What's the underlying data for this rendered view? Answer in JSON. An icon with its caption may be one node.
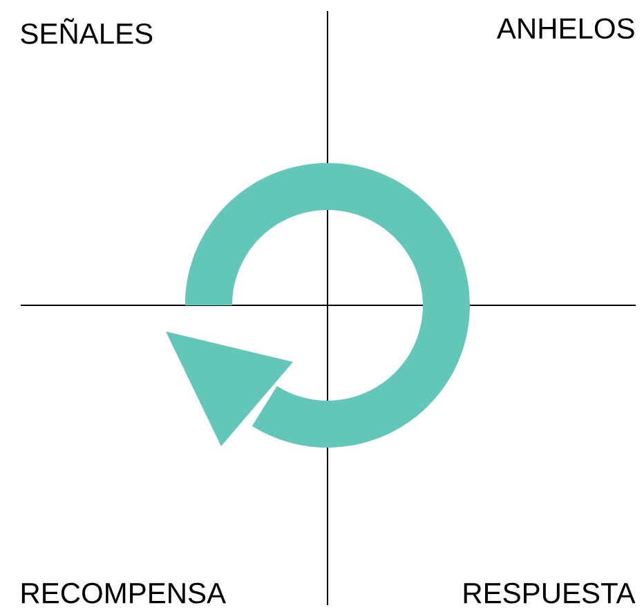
{
  "diagram": {
    "labels": [
      "SEÑALES",
      "ANHELOS",
      "RECOMPENSA",
      "RESPUESTA"
    ]
  }
}
